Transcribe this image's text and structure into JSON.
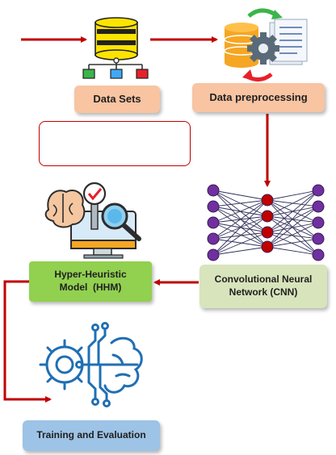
{
  "colors": {
    "arrow": "#c00000",
    "box_peach": "#f8c4a2",
    "box_green": "#92d050",
    "box_sage": "#d8e4bc",
    "box_blue": "#9dc3e6",
    "node_purple": "#7030a0",
    "node_red": "#c00000"
  },
  "steps": {
    "datasets": "Data Sets",
    "preprocessing": "Data preprocessing",
    "hhm_line1": "Hyper-Heuristic",
    "hhm_line2": "Model  (HHM)",
    "cnn_line1": "Convolutional Neural",
    "cnn_line2": "Network (CNN)",
    "training": "Training and Evaluation"
  },
  "icons": {
    "datasets": "database-hierarchy-icon",
    "preprocessing": "database-gear-document-icon",
    "fundus": "retina-fundus-image",
    "hhm": "brain-checkmark-magnifier-monitor-icon",
    "cnn": "neural-network-icon",
    "training": "circuit-brain-gear-icon"
  }
}
